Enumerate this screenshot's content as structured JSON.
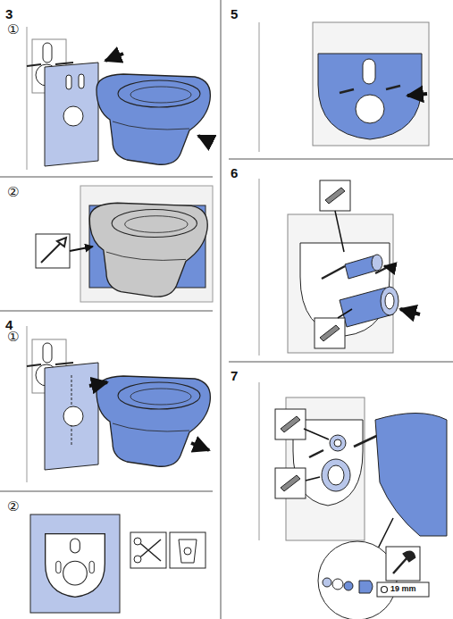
{
  "diagram": {
    "labels": [
      "3",
      "①",
      "②",
      "4",
      "①",
      "②",
      "5",
      "6",
      "7",
      "19 mm"
    ]
  }
}
